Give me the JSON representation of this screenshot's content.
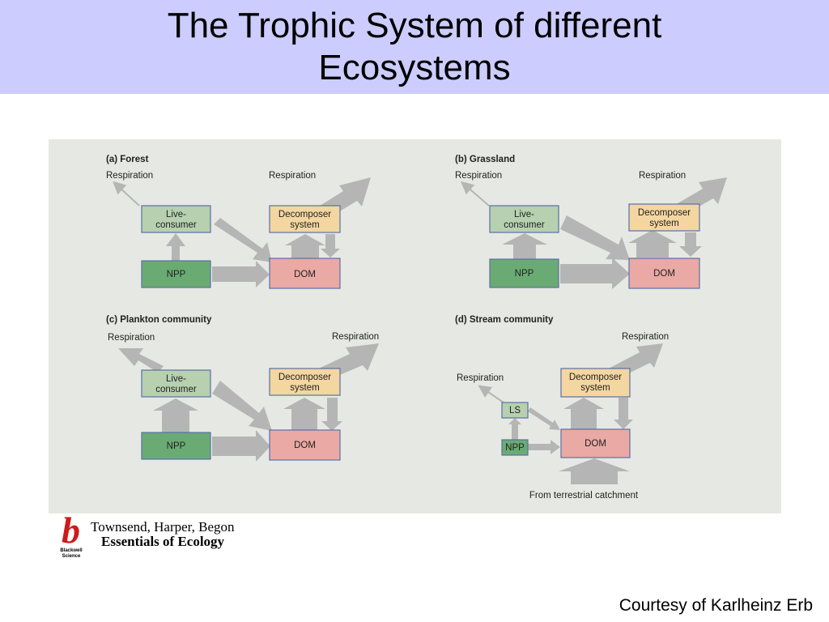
{
  "slide": {
    "title_line1": "The Trophic System of different",
    "title_line2": "Ecosystems",
    "courtesy": "Courtesy of Karlheinz Erb"
  },
  "citation": {
    "logo_letter": "b",
    "logo_line1": "Blackwell",
    "logo_line2": "Science",
    "authors": "Townsend, Harper, Begon",
    "book_title": "Essentials of Ecology"
  },
  "colors": {
    "title_bar": "#ccccff",
    "panel_bg": "#e6e9e3",
    "live_consumer": "#b6d0b0",
    "npp": "#6aab74",
    "decomposer": "#f3d6a0",
    "dom": "#eaa9a4",
    "arrow": "#b5b5b5",
    "box_border": "#5a6fa8"
  },
  "panels": {
    "forest": {
      "label": "(a) Forest",
      "resp_live": "Respiration",
      "resp_decomp": "Respiration",
      "live_line1": "Live-",
      "live_line2": "consumer",
      "npp": "NPP",
      "decomp_line1": "Decomposer",
      "decomp_line2": "system",
      "dom": "DOM"
    },
    "grassland": {
      "label": "(b) Grassland",
      "resp_live": "Respiration",
      "resp_decomp": "Respiration",
      "live_line1": "Live-",
      "live_line2": "consumer",
      "npp": "NPP",
      "decomp_line1": "Decomposer",
      "decomp_line2": "system",
      "dom": "DOM"
    },
    "plankton": {
      "label": "(c) Plankton community",
      "resp_live": "Respiration",
      "resp_decomp": "Respiration",
      "live_line1": "Live-",
      "live_line2": "consumer",
      "npp": "NPP",
      "decomp_line1": "Decomposer",
      "decomp_line2": "system",
      "dom": "DOM"
    },
    "stream": {
      "label": "(d) Stream community",
      "resp_live": "Respiration",
      "resp_decomp": "Respiration",
      "live": "LS",
      "npp": "NPP",
      "decomp_line1": "Decomposer",
      "decomp_line2": "system",
      "dom": "DOM",
      "catchment": "From terrestrial catchment"
    }
  }
}
